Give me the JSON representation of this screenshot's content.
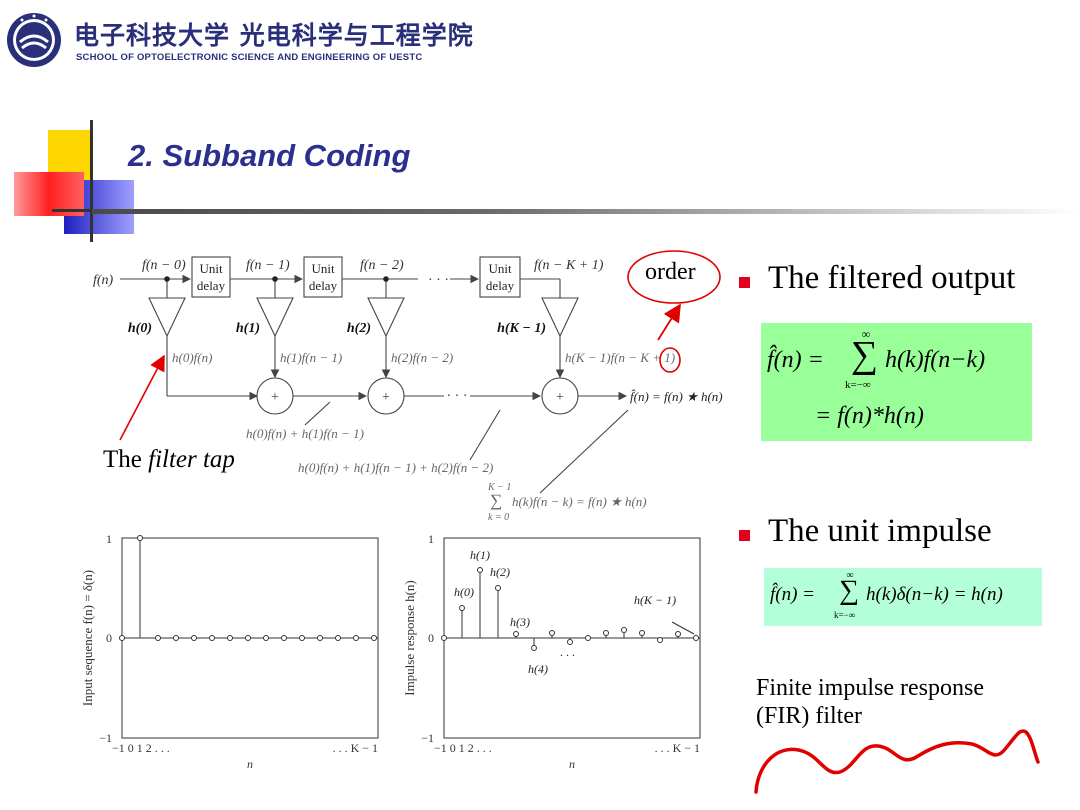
{
  "header": {
    "university_cn": "电子科技大学 光电科学与工程学院",
    "school_en": "SCHOOL OF OPTOELECTRONIC SCIENCE AND ENGINEERING OF UESTC"
  },
  "slide": {
    "title": "2. Subband Coding"
  },
  "diagram": {
    "input": "f(n)",
    "taps": [
      {
        "signal": "f(n − 0)",
        "coef": "h(0)",
        "product": "h(0)f(n)"
      },
      {
        "signal": "f(n − 1)",
        "coef": "h(1)",
        "product": "h(1)f(n − 1)"
      },
      {
        "signal": "f(n − 2)",
        "coef": "h(2)",
        "product": "h(2)f(n − 2)"
      },
      {
        "signal": "f(n − K + 1)",
        "coef": "h(K − 1)",
        "product": "h(K − 1)f(n − K + 1)"
      }
    ],
    "delay_label_1": "Unit",
    "delay_label_2": "delay",
    "ellipsis": "· · ·",
    "adder": "+",
    "output": "f̂(n) = f(n) ★ h(n)",
    "partial_sum_1": "h(0)f(n) + h(1)f(n − 1)",
    "partial_sum_2": "h(0)f(n) + h(1)f(n − 1) + h(2)f(n − 2)",
    "sum_upper": "K − 1",
    "sum_sigma": "∑",
    "sum_lower": "k = 0",
    "sum_body": "h(k)f(n − k) = f(n) ★ h(n)",
    "order_label": "order",
    "filter_tap_prefix": "The ",
    "filter_tap_emph": "filter tap"
  },
  "plots": {
    "left": {
      "ylabel": "Input sequence f(n) = δ(n)",
      "xlabel": "n",
      "yticks": [
        "1",
        "0",
        "−1"
      ],
      "xticks_left": "−1  0  1  2  . . .",
      "xticks_right": ". . .  K − 1"
    },
    "right": {
      "ylabel": "Impulse response h(n)",
      "xlabel": "n",
      "yticks": [
        "1",
        "0",
        "−1"
      ],
      "xticks_left": "−1  0  1  2  . . .",
      "xticks_right": ". . .  K − 1",
      "labels": [
        "h(0)",
        "h(1)",
        "h(2)",
        "h(3)",
        "h(4)",
        "h(K − 1)"
      ],
      "ellipsis": ". . ."
    }
  },
  "right_column": {
    "bullet_1": "The filtered output",
    "formula_1": {
      "lhs": "f̂(n) = ",
      "sigma": "∑",
      "upper": "∞",
      "lower": "k=−∞",
      "body": "h(k)f(n−k)",
      "line2": "= f(n)*h(n)"
    },
    "bullet_2": "The unit impulse",
    "formula_2": {
      "lhs": "f̂(n) = ",
      "sigma": "∑",
      "upper": "∞",
      "lower": "k=−∞",
      "body": "h(k)δ(n−k) = h(n)"
    },
    "note_line1": "Finite impulse response",
    "note_line2": "(FIR) filter"
  },
  "colors": {
    "title": "#2b2f8f",
    "accent_red": "#e3001b",
    "formula_bg_1": "#99ff99",
    "formula_bg_2": "#b3ffd9",
    "diagram_gray": "#555555"
  }
}
